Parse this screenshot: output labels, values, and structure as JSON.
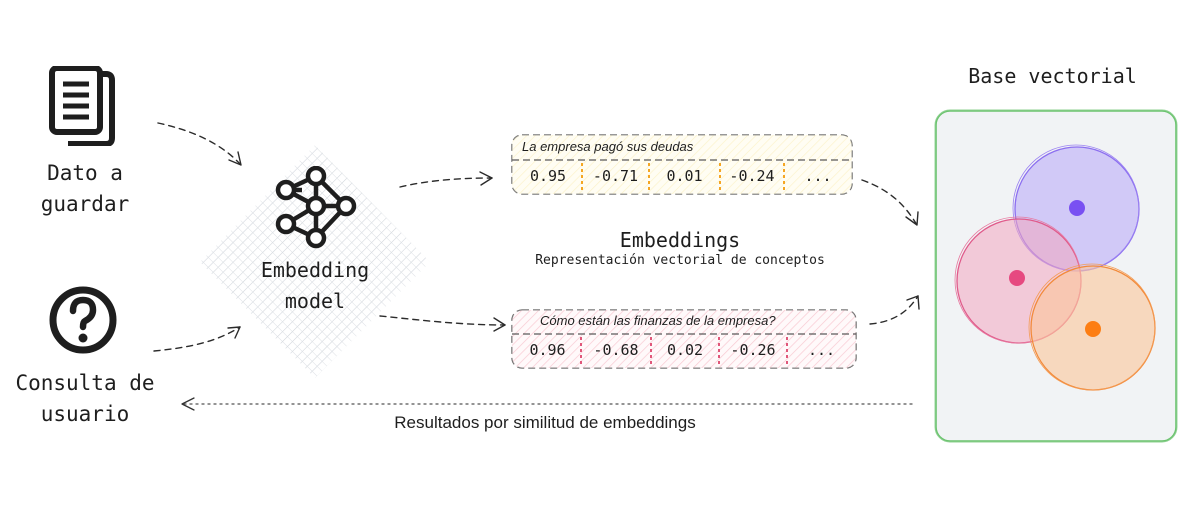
{
  "input": {
    "data_label": "Dato a\nguardar",
    "query_label": "Consulta de\nusuario"
  },
  "model": {
    "label": "Embedding\nmodel"
  },
  "embeddings": {
    "title": "Embeddings",
    "subtitle": "Representación vectorial de conceptos",
    "document": {
      "text": "La empresa pagó sus deudas",
      "values": [
        "0.95",
        "-0.71",
        "0.01",
        "-0.24",
        "..."
      ],
      "color": "#f5c542"
    },
    "query": {
      "text": "Cómo están las finanzas de la empresa?",
      "values": [
        "0.96",
        "-0.68",
        "0.02",
        "-0.26",
        "..."
      ],
      "color": "#e0577a"
    }
  },
  "store": {
    "title": "Base vectorial",
    "border_color": "#6cc36f",
    "clusters": [
      {
        "name": "purple",
        "color": "#7950f2"
      },
      {
        "name": "pink",
        "color": "#e64980"
      },
      {
        "name": "orange",
        "color": "#fd7e14"
      }
    ]
  },
  "results": {
    "label": "Resultados por similitud de embeddings"
  }
}
